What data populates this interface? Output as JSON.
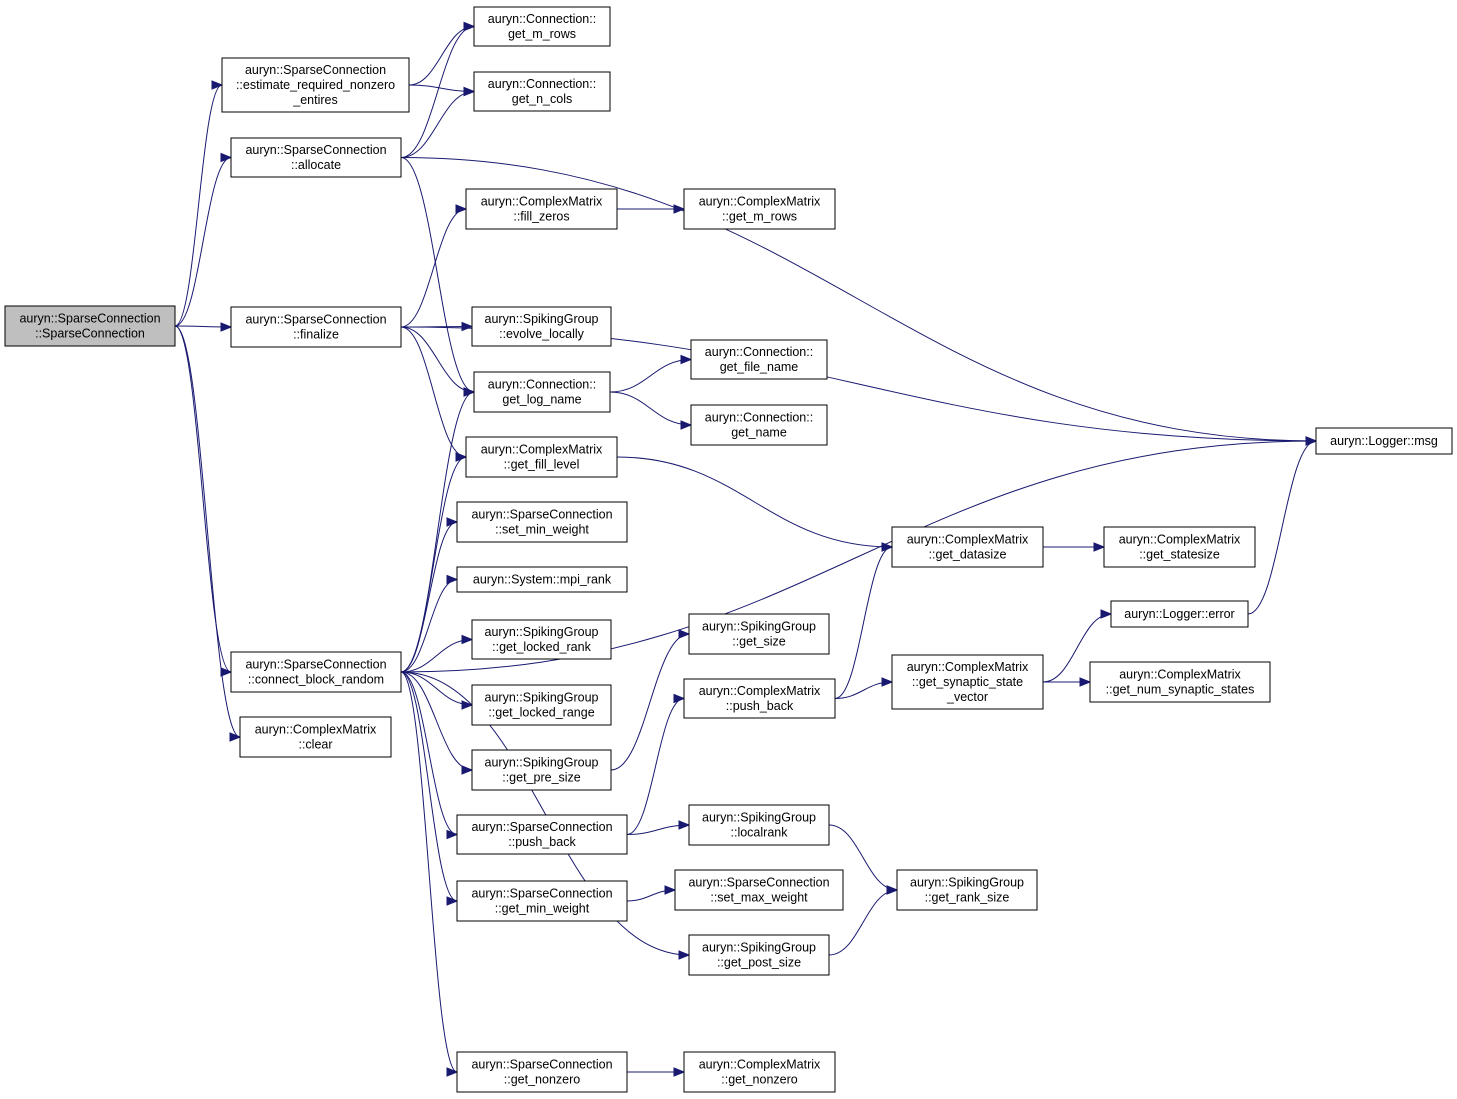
{
  "colors": {
    "edge": "#191970",
    "root_fill": "#bfbfbf",
    "node_fill": "#ffffff",
    "node_border": "#000000"
  },
  "nodes": [
    {
      "id": "root",
      "lines": [
        "auryn::SparseConnection",
        "::SparseConnection"
      ],
      "highlight": true
    },
    {
      "id": "estimate",
      "lines": [
        "auryn::SparseConnection",
        "::estimate_required_nonzero",
        "_entires"
      ]
    },
    {
      "id": "allocate",
      "lines": [
        "auryn::SparseConnection",
        "::allocate"
      ]
    },
    {
      "id": "finalize",
      "lines": [
        "auryn::SparseConnection",
        "::finalize"
      ]
    },
    {
      "id": "connect",
      "lines": [
        "auryn::SparseConnection",
        "::connect_block_random"
      ]
    },
    {
      "id": "clear",
      "lines": [
        "auryn::ComplexMatrix",
        "::clear"
      ]
    },
    {
      "id": "conn_get_m_rows",
      "lines": [
        "auryn::Connection::",
        "get_m_rows"
      ]
    },
    {
      "id": "conn_get_n_cols",
      "lines": [
        "auryn::Connection::",
        "get_n_cols"
      ]
    },
    {
      "id": "fill_zeros",
      "lines": [
        "auryn::ComplexMatrix",
        "::fill_zeros"
      ]
    },
    {
      "id": "cm_get_m_rows",
      "lines": [
        "auryn::ComplexMatrix",
        "::get_m_rows"
      ]
    },
    {
      "id": "evolve_locally",
      "lines": [
        "auryn::SpikingGroup",
        "::evolve_locally"
      ]
    },
    {
      "id": "get_log_name",
      "lines": [
        "auryn::Connection::",
        "get_log_name"
      ]
    },
    {
      "id": "get_file_name",
      "lines": [
        "auryn::Connection::",
        "get_file_name"
      ]
    },
    {
      "id": "get_name",
      "lines": [
        "auryn::Connection::",
        "get_name"
      ]
    },
    {
      "id": "get_fill_level",
      "lines": [
        "auryn::ComplexMatrix",
        "::get_fill_level"
      ]
    },
    {
      "id": "set_min_weight",
      "lines": [
        "auryn::SparseConnection",
        "::set_min_weight"
      ]
    },
    {
      "id": "mpi_rank",
      "lines": [
        "auryn::System::mpi_rank"
      ]
    },
    {
      "id": "get_locked_rank",
      "lines": [
        "auryn::SpikingGroup",
        "::get_locked_rank"
      ]
    },
    {
      "id": "get_locked_range",
      "lines": [
        "auryn::SpikingGroup",
        "::get_locked_range"
      ]
    },
    {
      "id": "get_pre_size",
      "lines": [
        "auryn::SpikingGroup",
        "::get_pre_size"
      ]
    },
    {
      "id": "sc_push_back",
      "lines": [
        "auryn::SparseConnection",
        "::push_back"
      ]
    },
    {
      "id": "get_min_weight",
      "lines": [
        "auryn::SparseConnection",
        "::get_min_weight"
      ]
    },
    {
      "id": "sc_get_nonzero",
      "lines": [
        "auryn::SparseConnection",
        "::get_nonzero"
      ]
    },
    {
      "id": "get_datasize",
      "lines": [
        "auryn::ComplexMatrix",
        "::get_datasize"
      ]
    },
    {
      "id": "get_statesize",
      "lines": [
        "auryn::ComplexMatrix",
        "::get_statesize"
      ]
    },
    {
      "id": "sg_get_size",
      "lines": [
        "auryn::SpikingGroup",
        "::get_size"
      ]
    },
    {
      "id": "cm_push_back",
      "lines": [
        "auryn::ComplexMatrix",
        "::push_back"
      ]
    },
    {
      "id": "get_synaptic_state_vector",
      "lines": [
        "auryn::ComplexMatrix",
        "::get_synaptic_state",
        "_vector"
      ]
    },
    {
      "id": "logger_error",
      "lines": [
        "auryn::Logger::error"
      ]
    },
    {
      "id": "get_num_synaptic_states",
      "lines": [
        "auryn::ComplexMatrix",
        "::get_num_synaptic_states"
      ]
    },
    {
      "id": "localrank",
      "lines": [
        "auryn::SpikingGroup",
        "::localrank"
      ]
    },
    {
      "id": "get_rank_size",
      "lines": [
        "auryn::SpikingGroup",
        "::get_rank_size"
      ]
    },
    {
      "id": "set_max_weight",
      "lines": [
        "auryn::SparseConnection",
        "::set_max_weight"
      ]
    },
    {
      "id": "get_post_size",
      "lines": [
        "auryn::SpikingGroup",
        "::get_post_size"
      ]
    },
    {
      "id": "cm_get_nonzero",
      "lines": [
        "auryn::ComplexMatrix",
        "::get_nonzero"
      ]
    },
    {
      "id": "logger_msg",
      "lines": [
        "auryn::Logger::msg"
      ]
    }
  ],
  "edges": [
    [
      "root",
      "estimate"
    ],
    [
      "root",
      "allocate"
    ],
    [
      "root",
      "finalize"
    ],
    [
      "root",
      "connect"
    ],
    [
      "root",
      "clear"
    ],
    [
      "estimate",
      "conn_get_m_rows"
    ],
    [
      "estimate",
      "conn_get_n_cols"
    ],
    [
      "allocate",
      "conn_get_m_rows"
    ],
    [
      "allocate",
      "conn_get_n_cols"
    ],
    [
      "allocate",
      "logger_msg"
    ],
    [
      "allocate",
      "get_log_name"
    ],
    [
      "finalize",
      "fill_zeros"
    ],
    [
      "finalize",
      "logger_msg"
    ],
    [
      "finalize",
      "evolve_locally"
    ],
    [
      "finalize",
      "get_log_name"
    ],
    [
      "finalize",
      "get_fill_level"
    ],
    [
      "fill_zeros",
      "cm_get_m_rows"
    ],
    [
      "get_log_name",
      "get_file_name"
    ],
    [
      "get_log_name",
      "get_name"
    ],
    [
      "get_fill_level",
      "get_datasize"
    ],
    [
      "get_datasize",
      "get_statesize"
    ],
    [
      "connect",
      "get_log_name"
    ],
    [
      "connect",
      "get_fill_level"
    ],
    [
      "connect",
      "set_min_weight"
    ],
    [
      "connect",
      "mpi_rank"
    ],
    [
      "connect",
      "get_locked_rank"
    ],
    [
      "connect",
      "get_locked_range"
    ],
    [
      "connect",
      "get_pre_size"
    ],
    [
      "connect",
      "sc_push_back"
    ],
    [
      "connect",
      "get_min_weight"
    ],
    [
      "connect",
      "get_post_size"
    ],
    [
      "connect",
      "logger_msg"
    ],
    [
      "connect",
      "sc_get_nonzero"
    ],
    [
      "get_pre_size",
      "sg_get_size"
    ],
    [
      "sc_push_back",
      "cm_push_back"
    ],
    [
      "sc_push_back",
      "localrank"
    ],
    [
      "cm_push_back",
      "get_datasize"
    ],
    [
      "cm_push_back",
      "get_synaptic_state_vector"
    ],
    [
      "get_synaptic_state_vector",
      "logger_error"
    ],
    [
      "get_synaptic_state_vector",
      "get_num_synaptic_states"
    ],
    [
      "logger_error",
      "logger_msg"
    ],
    [
      "localrank",
      "get_rank_size"
    ],
    [
      "get_min_weight",
      "set_max_weight"
    ],
    [
      "get_post_size",
      "get_rank_size"
    ],
    [
      "sc_get_nonzero",
      "cm_get_nonzero"
    ]
  ]
}
